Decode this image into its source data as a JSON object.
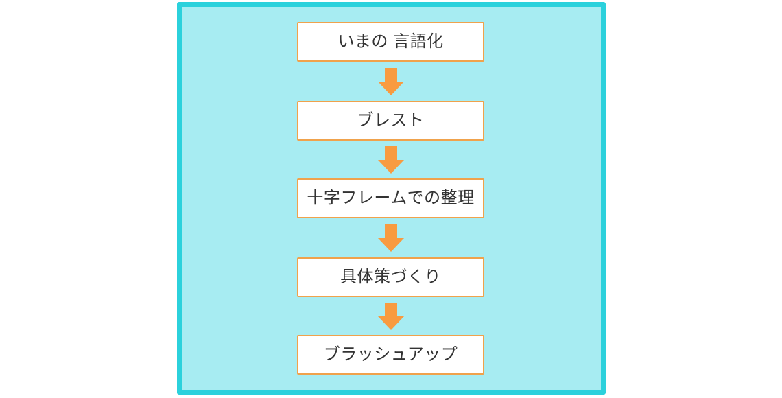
{
  "colors": {
    "panel_background": "#A7ECF2",
    "panel_border": "#2BD1DC",
    "box_background": "#FFFFFF",
    "box_border": "#F0A24C",
    "arrow": "#F89B40",
    "text": "#333333"
  },
  "flow": {
    "steps": [
      {
        "label": "いまの 言語化"
      },
      {
        "label": "ブレスト"
      },
      {
        "label": "十字フレームでの整理"
      },
      {
        "label": "具体策づくり"
      },
      {
        "label": "ブラッシュアップ"
      }
    ]
  }
}
